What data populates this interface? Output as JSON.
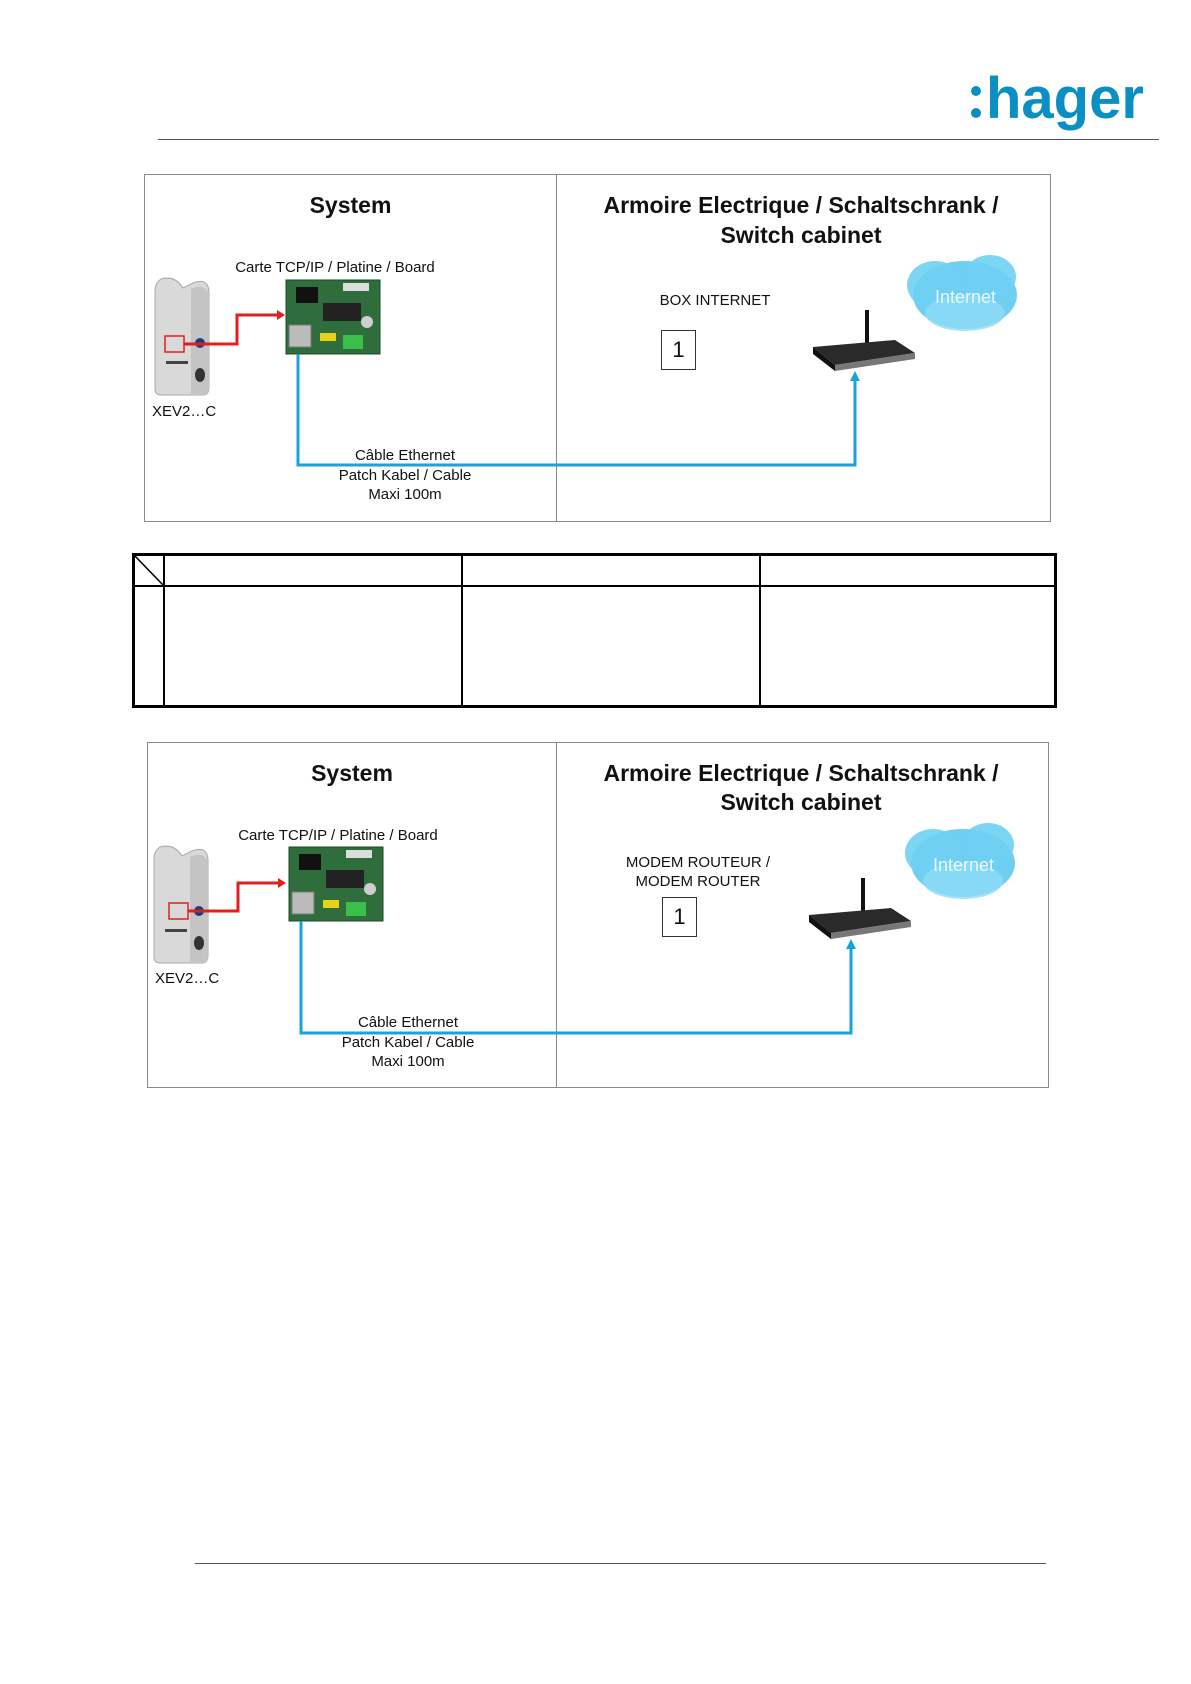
{
  "header": {
    "logo_text": "hager",
    "brand_color": "#0a8fc2"
  },
  "diagram1": {
    "left_title": "System",
    "right_title_line1": "Armoire Electrique / Schaltschrank /",
    "right_title_line2": "Switch cabinet",
    "board_label": "Carte TCP/IP / Platine / Board",
    "device_label": "XEV2…C",
    "router_label_line1": "BOX INTERNET",
    "router_label_line2": "",
    "box_number": "1",
    "cloud_label": "Internet",
    "cable_line1": "Câble Ethernet",
    "cable_line2": "Patch Kabel / Cable",
    "cable_line3": "Maxi 100m"
  },
  "diagram2": {
    "left_title": "System",
    "right_title_line1": "Armoire Electrique / Schaltschrank /",
    "right_title_line2": "Switch cabinet",
    "board_label": "Carte TCP/IP / Platine / Board",
    "device_label": "XEV2…C",
    "router_label_line1": "MODEM ROUTEUR /",
    "router_label_line2": "MODEM ROUTER",
    "box_number": "1",
    "cloud_label": "Internet",
    "cable_line1": "Câble Ethernet",
    "cable_line2": "Patch Kabel / Cable",
    "cable_line3": "Maxi 100m"
  },
  "colors": {
    "ethernet_cable": "#1aa3d9",
    "connection_wire": "#e02020"
  }
}
